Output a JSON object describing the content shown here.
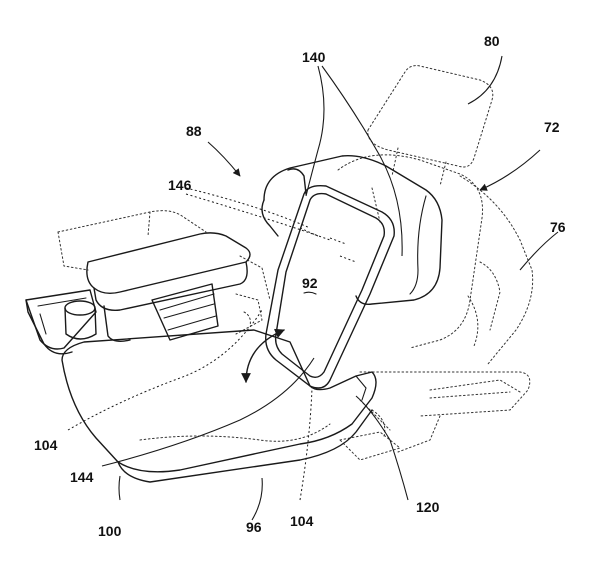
{
  "labels": {
    "l80": "80",
    "l140": "140",
    "l72": "72",
    "l88": "88",
    "l146": "146",
    "l76": "76",
    "l92": "92",
    "l104a": "104",
    "l144": "144",
    "l100": "100",
    "l96": "96",
    "l104b": "104",
    "l120": "120"
  }
}
